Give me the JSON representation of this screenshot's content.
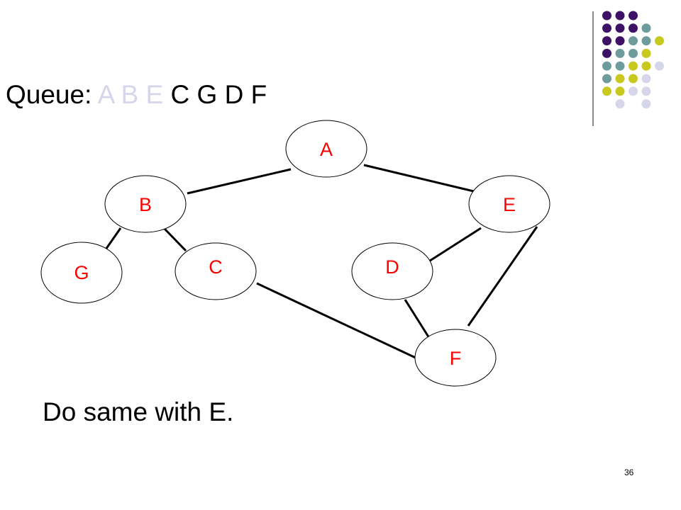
{
  "queue": {
    "label": "Queue:",
    "visited": [
      "A",
      "B",
      "E"
    ],
    "pending": [
      "C",
      "G",
      "D",
      "F"
    ],
    "visited_color": "#d6d6ea"
  },
  "graph": {
    "nodes": [
      "A",
      "B",
      "E",
      "G",
      "C",
      "D",
      "F"
    ],
    "edges": [
      [
        "A",
        "B"
      ],
      [
        "A",
        "E"
      ],
      [
        "B",
        "G"
      ],
      [
        "B",
        "C"
      ],
      [
        "E",
        "D"
      ],
      [
        "E",
        "F"
      ],
      [
        "C",
        "F"
      ],
      [
        "D",
        "F"
      ]
    ],
    "label_color": "#ff0000"
  },
  "caption": "Do same with E.",
  "page_number": "36",
  "decoration": {
    "colors": {
      "purple": "#3d1266",
      "teal": "#6e9c9c",
      "yellow": "#c8c81e",
      "lavender": "#d6d6ea"
    }
  }
}
